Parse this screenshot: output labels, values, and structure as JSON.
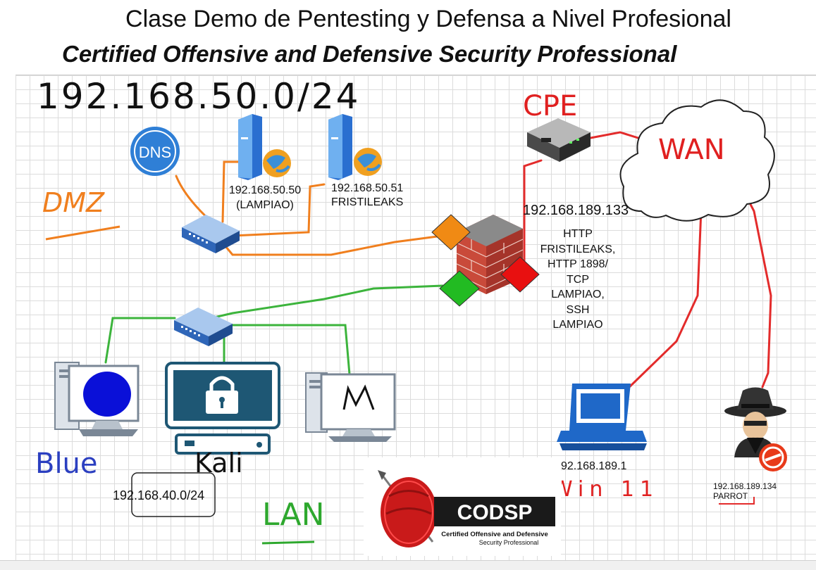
{
  "title": {
    "line1": "Clase Demo de Pentesting y Defensa a Nivel Profesional",
    "line2": "Certified Offensive and Defensive Security Professional"
  },
  "handwritten": {
    "subnet_dmz": "192.168.50.0/24",
    "dmz": "DMZ",
    "cpe": "CPE",
    "wan": "WAN",
    "blue": "Blue",
    "kali": "Kali",
    "lan": "LAN",
    "win11": "Win 11"
  },
  "labels": {
    "dns": "DNS",
    "lampiao_ip": "192.168.50.50",
    "lampiao_name": "(LAMPIAO)",
    "fristileaks_ip": "192.168.50.51",
    "fristileaks_name": "FRISTILEAKS",
    "cpe_ip": "192.168.189.133",
    "services": [
      "HTTP",
      "FRISTILEAKS,",
      "HTTP 1898/",
      "TCP",
      "LAMPIAO,",
      "SSH",
      "LAMPIAO"
    ],
    "lan_subnet": "192.168.40.0/24",
    "win11_ip": "92.168.189.1",
    "parrot_ip": "192.168.189.134",
    "parrot_name": "PARROT"
  },
  "logo": {
    "name": "CODSP",
    "line1": "Certified Offensive and Defensive",
    "line2": "Security Professional"
  },
  "colors": {
    "dmz_link": "#f07f1e",
    "lan_link": "#3cb43c",
    "wan_link": "#e32b2b",
    "handwriting_red": "#e02020",
    "handwriting_green": "#2ea82e",
    "handwriting_blue": "#2b3fc0",
    "dns_icon": "#2f7fd6"
  }
}
